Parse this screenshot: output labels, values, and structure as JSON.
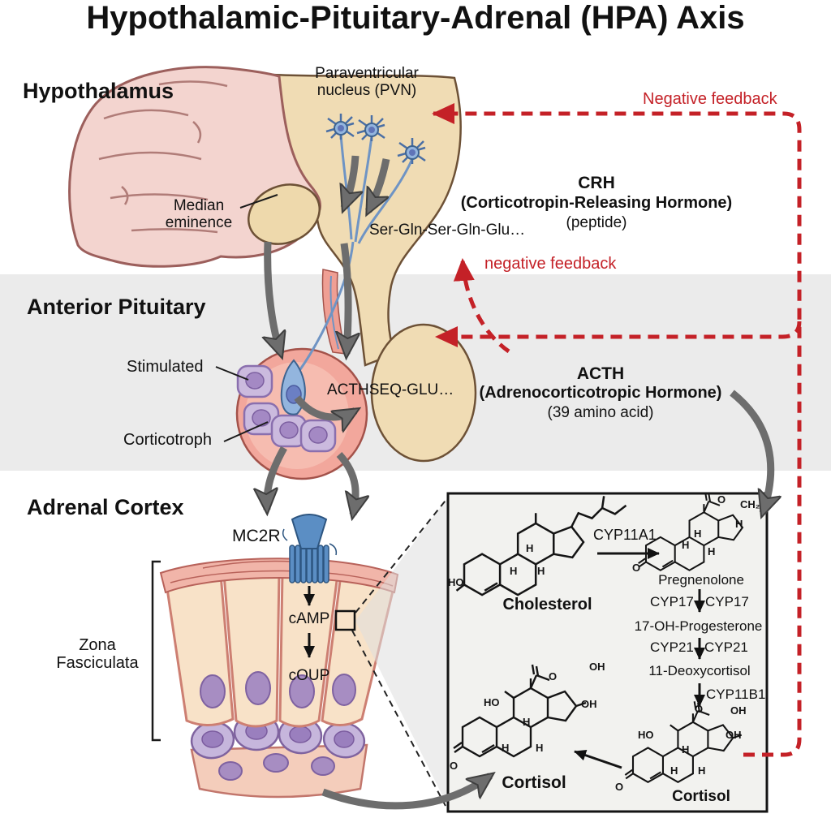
{
  "title": "Hypothalamic-Pituitary-Adrenal (HPA) Axis",
  "sections": [
    {
      "label": "Hypothalamus"
    },
    {
      "label": "Anterior Pituitary"
    },
    {
      "label": "Adrenal Cortex"
    }
  ],
  "hypothalamus": {
    "pvn_line1": "Paraventricular",
    "pvn_line2": "nucleus (PVN)",
    "median_line1": "Median",
    "median_line2": "eminence",
    "crh_seq": "Ser-Gln-Ser-Gln-Glu…"
  },
  "crh": {
    "abbr": "CRH",
    "full": "(Corticotropin-Releasing Hormone)",
    "form": "(peptide)"
  },
  "feedback": {
    "outer": "Negative feedback",
    "inner": "negative feedback"
  },
  "pituitary": {
    "stimulated": "Stimulated",
    "corticotroph": "Corticotroph",
    "acth_seq": "ACTHSEQ-GLU…"
  },
  "acth": {
    "abbr": "ACTH",
    "full": "(Adrenocorticotropic Hormone)",
    "form": "(39 amino acid)"
  },
  "adrenal": {
    "receptor": "MC2R",
    "second_messenger": "cAMP",
    "downstream": "cOUP",
    "zona_line1": "Zona",
    "zona_line2": "Fasciculata"
  },
  "pathway": {
    "cholesterol": "Cholesterol",
    "enzyme1": "CYP11A1",
    "pregnenolone": "Pregnenolone",
    "enzyme2a": "CYP17",
    "enzyme2b": "CYP17",
    "intermediate1": "17-OH-Progesterone",
    "enzyme3a": "CYP21",
    "enzyme3b": "CYP21",
    "intermediate2": "11-Deoxycortisol",
    "enzyme4": "CYP11B1",
    "cortisol_right": "Cortisol",
    "cortisol_left": "Cortisol",
    "chem": {
      "ho": "HO",
      "o": "O",
      "oh": "OH",
      "ch2": "CH₂",
      "h": "H"
    }
  },
  "colors": {
    "feedback_red": "#c42127",
    "signal_arrow_gray": "#6d6d6d",
    "pituitary_band_gray": "#ebebeb",
    "hypothalamus_tan": "#f0dcb4",
    "brain_pink": "#f3d4cf",
    "anterior_pituitary_pink": "#f2a79c",
    "cell_purple": "#cbbade",
    "neuron_blue": "#93b5de",
    "pathway_box_bg": "#f2f2ef"
  }
}
